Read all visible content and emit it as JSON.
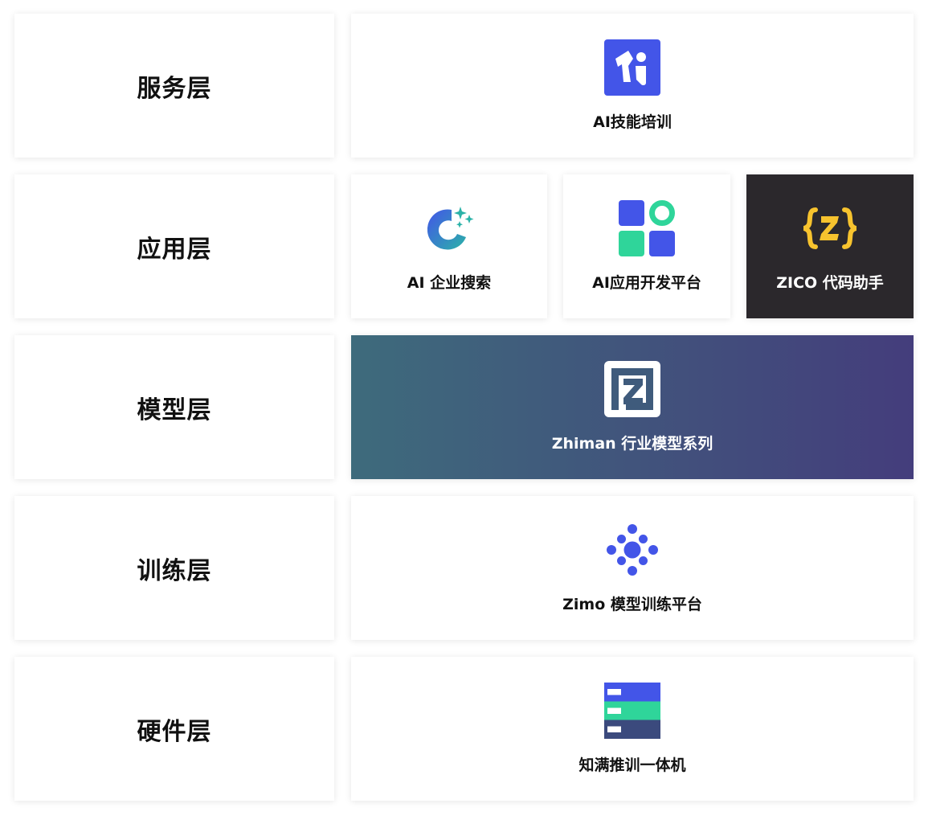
{
  "layers": [
    {
      "label": "服务层"
    },
    {
      "label": "应用层"
    },
    {
      "label": "模型层"
    },
    {
      "label": "训练层"
    },
    {
      "label": "硬件层"
    }
  ],
  "products": {
    "skills_training": {
      "label": "AI技能培训",
      "icon": "ai-training-logo-icon"
    },
    "enterprise_search": {
      "label": "AI 企业搜索",
      "icon": "enterprise-search-logo-icon"
    },
    "app_dev_platform": {
      "label": "AI应用开发平台",
      "icon": "app-blocks-logo-icon"
    },
    "zico": {
      "label": "ZICO 代码助手",
      "icon": "zico-braces-logo-icon"
    },
    "zhiman_models": {
      "label": "Zhiman 行业模型系列",
      "icon": "zhiman-z-logo-icon"
    },
    "zimo_platform": {
      "label": "Zimo 模型训练平台",
      "icon": "zimo-dots-logo-icon"
    },
    "appliance": {
      "label": "知满推训一体机",
      "icon": "server-stack-logo-icon"
    }
  },
  "colors": {
    "brand_blue": "#4355e8",
    "brand_green": "#2fd59a",
    "zico_bg": "#2b282c",
    "zico_yellow": "#f7c32e",
    "gradient_start": "#3e6b7c",
    "gradient_end": "#443d7c",
    "server_dark": "#3b4a7d"
  }
}
